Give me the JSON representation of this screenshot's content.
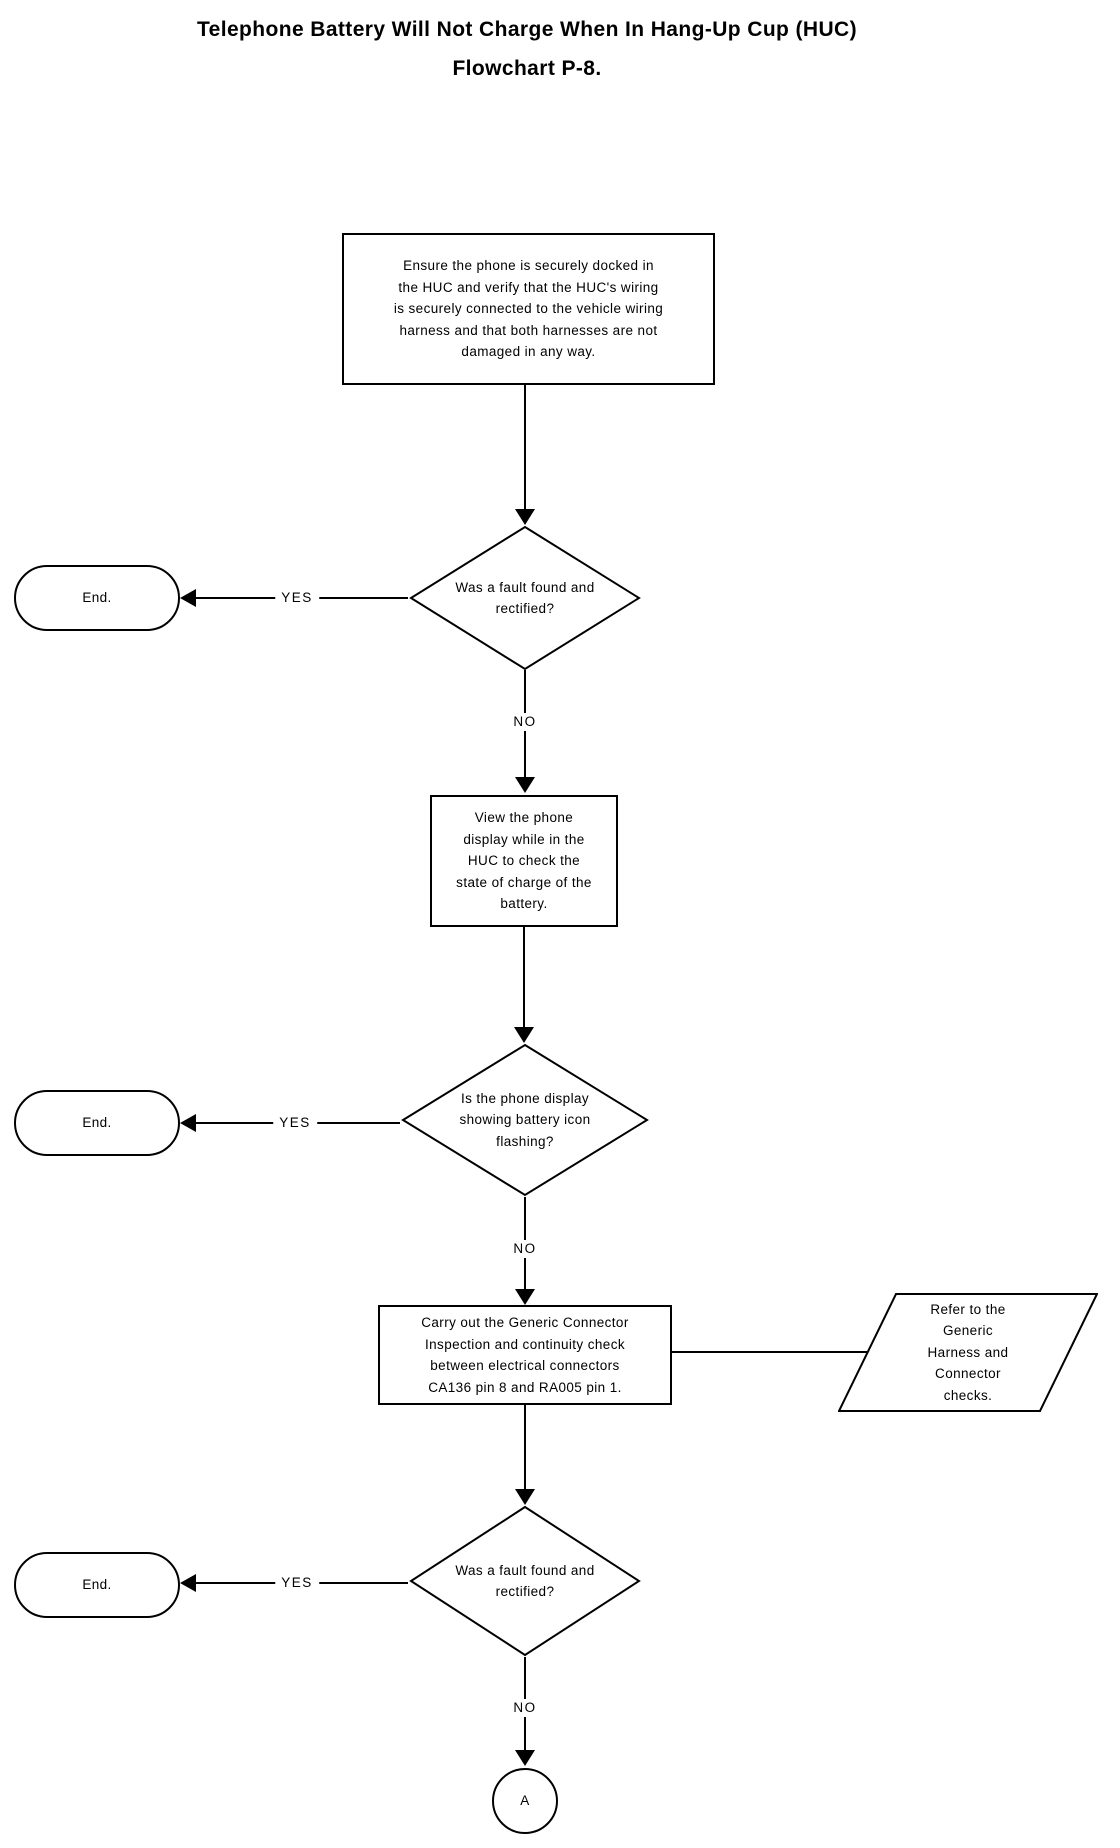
{
  "title": {
    "line1": "Telephone Battery Will Not Charge When In Hang-Up Cup (HUC)",
    "line2": "Flowchart P-8."
  },
  "colors": {
    "ink": "#000000",
    "background": "#ffffff"
  },
  "flowchart": {
    "step1": {
      "shape": "process",
      "text": "Ensure the phone is securely docked in\nthe HUC and verify that the HUC's wiring\nis securely connected to the vehicle wiring\nharness and that both harnesses are not\ndamaged in any way."
    },
    "decision1": {
      "shape": "decision",
      "text": "Was a fault found and\nrectified?",
      "yes_label": "YES",
      "no_label": "NO"
    },
    "end1": {
      "shape": "terminator",
      "text": "End."
    },
    "step2": {
      "shape": "process",
      "text": "View the phone\ndisplay while in the\nHUC to check the\nstate of charge of the\nbattery."
    },
    "decision2": {
      "shape": "decision",
      "text": "Is the phone display\nshowing battery icon\nflashing?",
      "yes_label": "YES",
      "no_label": "NO"
    },
    "end2": {
      "shape": "terminator",
      "text": "End."
    },
    "step3": {
      "shape": "process",
      "text": "Carry out the Generic Connector\nInspection and continuity check\nbetween electrical connectors\nCA136 pin 8 and RA005 pin 1."
    },
    "reference": {
      "shape": "reference",
      "text": "Refer to the\nGeneric\nHarness and\nConnector\nchecks."
    },
    "decision3": {
      "shape": "decision",
      "text": "Was a fault found and\nrectified?",
      "yes_label": "YES",
      "no_label": "NO"
    },
    "end3": {
      "shape": "terminator",
      "text": "End."
    },
    "connector_a": {
      "shape": "connector",
      "text": "A"
    }
  }
}
